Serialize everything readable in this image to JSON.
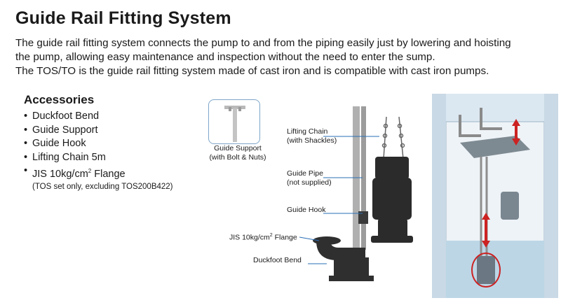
{
  "title": "Guide Rail Fitting System",
  "intro": {
    "line1": "The guide rail fitting system connects the pump to and from the piping easily just by lowering and hoisting",
    "line2": "the pump, allowing easy maintenance and inspection without the need to enter the sump.",
    "line3": "The TOS/TO is the guide rail fitting system made of cast iron and is compatible with cast iron pumps."
  },
  "accessories": {
    "heading": "Accessories",
    "items": [
      "Duckfoot Bend",
      "Guide Support",
      "Guide Hook",
      "Lifting Chain 5m"
    ],
    "flange_prefix": "JIS 10kg/cm",
    "flange_sup": "2",
    "flange_suffix": " Flange",
    "note": "(TOS set only, excluding TOS200B422)"
  },
  "diagram": {
    "guide_support_l1": "Guide Support",
    "guide_support_l2": "(with Bolt & Nuts)",
    "lifting_chain_l1": "Lifting Chain",
    "lifting_chain_l2": "(with Shackles)",
    "guide_pipe_l1": "Guide Pipe",
    "guide_pipe_l2": "(not supplied)",
    "guide_hook": "Guide Hook",
    "flange_prefix": "JIS 10kg/cm",
    "flange_sup": "2",
    "flange_suffix": " Flange",
    "duckfoot": "Duckfoot Bend"
  },
  "colors": {
    "pump": "#2b2b2b",
    "rail": "#a9a9a9",
    "arrow": "#cc2222",
    "water": "#cfe3ef",
    "leader": "#2a6fb5"
  }
}
